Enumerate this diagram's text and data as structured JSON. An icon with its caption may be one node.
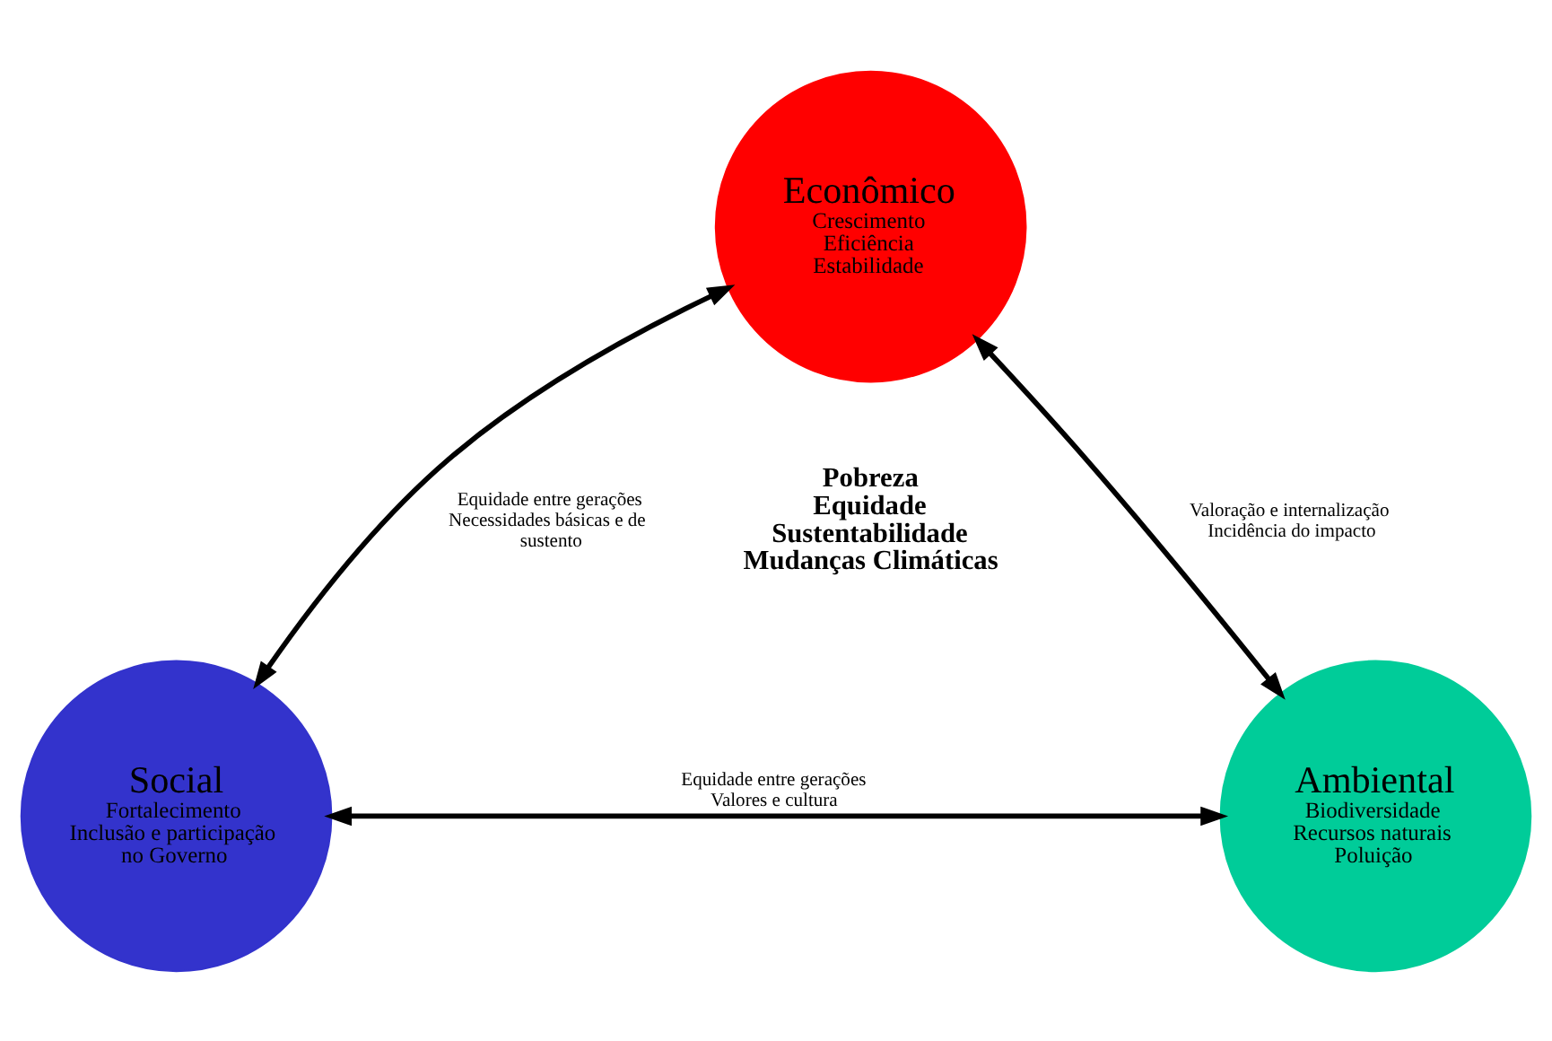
{
  "diagram": {
    "nodes": [
      {
        "text": [
          "Econômico",
          "Crescimento",
          "Eficiência",
          "Estabilidade"
        ]
      },
      {
        "text": [
          "Social",
          "Fortalecimento",
          "Inclusão e participação no Governo"
        ]
      },
      {
        "text": [
          "Ambiental",
          "Biodiversidade",
          "Recursos naturais",
          "Poluição"
        ]
      }
    ],
    "edges": [
      {
        "from": 1,
        "to": 0,
        "arrow": "both",
        "label": "Equidade entre gerações Necessidades básicas e de sustento"
      },
      {
        "from": 0,
        "to": 2,
        "arrow": "both",
        "label": "Valoração e internalização Incidência do impacto"
      },
      {
        "from": 1,
        "to": 2,
        "arrow": "both",
        "label": "Equidade entre gerações Valores e cultura"
      }
    ],
    "labels": [
      "Pobreza",
      "Equidade",
      "Sustentabilidade",
      "Mudanças Climáticas"
    ]
  }
}
